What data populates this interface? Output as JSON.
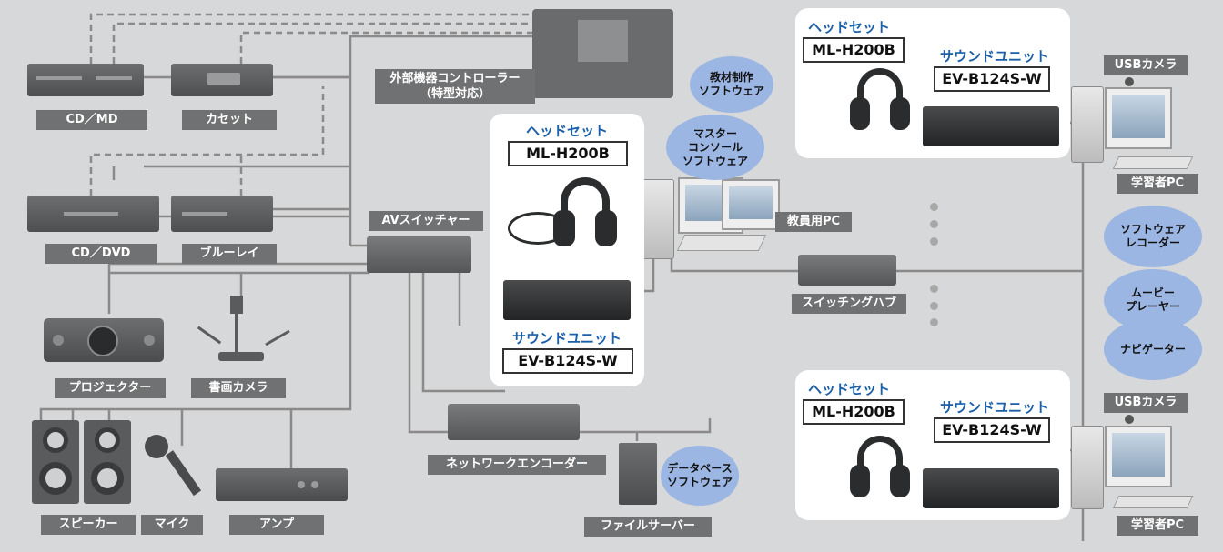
{
  "devices": {
    "cd_md": "CD／MD",
    "cassette": "カセット",
    "cd_dvd": "CD／DVD",
    "bluray": "ブルーレイ",
    "projector": "プロジェクター",
    "document_camera": "書画カメラ",
    "speaker": "スピーカー",
    "mic": "マイク",
    "amp": "アンプ",
    "external_controller": "外部機器コントローラー\n（特型対応）",
    "av_switcher": "AVスイッチャー",
    "network_encoder": "ネットワークエンコーダー",
    "file_server": "ファイルサーバー",
    "switching_hub": "スイッチングハブ",
    "teacher_pc": "教員用PC",
    "usb_camera_top": "USBカメラ",
    "usb_camera_bottom": "USBカメラ",
    "learner_pc_top": "学習者PC",
    "learner_pc_bottom": "学習者PC"
  },
  "software": {
    "materials": "教材制作\nソフトウェア",
    "master_console": "マスター\nコンソール\nソフトウェア",
    "database": "データベース\nソフトウェア",
    "software_recorder": "ソフトウェア\nレコーダー",
    "movie_player": "ムービー\nプレーヤー",
    "navigator": "ナビゲーター"
  },
  "products": {
    "headset_caption": "ヘッドセット",
    "headset_model": "ML-H200B",
    "sound_unit_caption": "サウンドユニット",
    "sound_unit_model": "EV-B124S-W"
  },
  "colors": {
    "background": "#d7d8d9",
    "label_bg": "#707172",
    "accent_blue": "#1a5fa8",
    "bubble": "#9bb6e3",
    "wire": "#8a8a8a"
  }
}
